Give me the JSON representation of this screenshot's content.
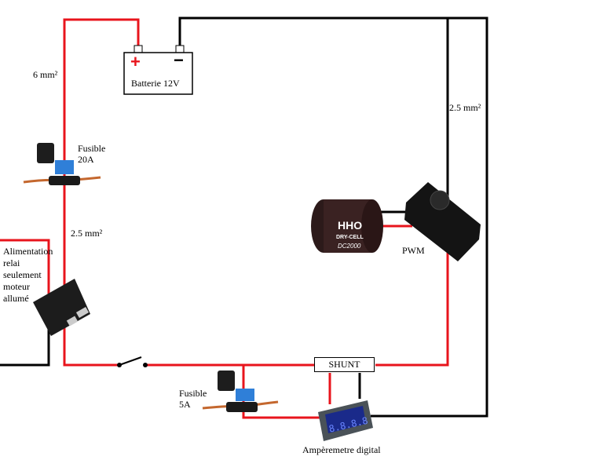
{
  "battery": {
    "label": "Batterie 12V",
    "plus": "+",
    "minus": "−"
  },
  "wires": {
    "top_left_gauge": "6 mm²",
    "middle_left_gauge": "2.5 mm²",
    "right_gauge": "2.5 mm²"
  },
  "fuse_main": {
    "line1": "Fusible",
    "line2": "20A"
  },
  "fuse_small": {
    "line1": "Fusible",
    "line2": "5A"
  },
  "relay_note": {
    "lines": [
      "Alimentation",
      "relai",
      "seulement",
      "moteur",
      "allumé"
    ]
  },
  "pwm": {
    "label": "PWM"
  },
  "hho": {
    "line1": "HHO",
    "line2": "DRY-CELL",
    "line3": "DC2000"
  },
  "shunt": {
    "label": "SHUNT"
  },
  "ammeter": {
    "label": "Ampèremetre digital",
    "display": "8.8.8.8"
  },
  "colors": {
    "positive_wire": "#e8141c",
    "negative_wire": "#000000",
    "fuse_blue": "#2f7fd8",
    "meter_digits": "#3a5cff"
  }
}
